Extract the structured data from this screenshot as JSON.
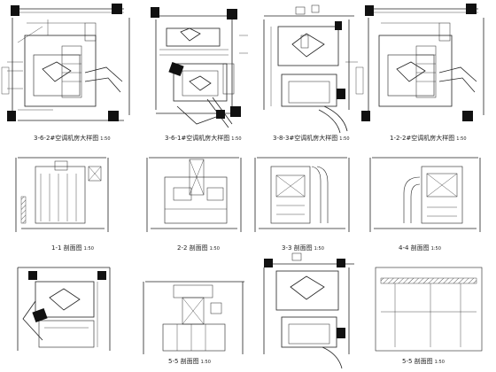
{
  "sheet": {
    "ink_color": "#1a1a1a",
    "paper_color": "#ffffff",
    "captions": [
      {
        "id": "cap1",
        "title": "3-6-2#空调机房大样图",
        "scale": "1:50"
      },
      {
        "id": "cap2",
        "title": "3-6-1#空调机房大样图",
        "scale": "1:50"
      },
      {
        "id": "cap3",
        "title": "3-8-3#空调机房大样图",
        "scale": "1:50"
      },
      {
        "id": "cap4",
        "title": "1-2-2#空调机房大样图",
        "scale": "1:50"
      },
      {
        "id": "cap5",
        "title": "1-1 剖面图",
        "scale": "1:50"
      },
      {
        "id": "cap6",
        "title": "2-2 剖面图",
        "scale": "1:50"
      },
      {
        "id": "cap7",
        "title": "3-3 剖面图",
        "scale": "1:50"
      },
      {
        "id": "cap8",
        "title": "4-4 剖面图",
        "scale": "1:50"
      },
      {
        "id": "cap9",
        "title": "5-5 剖面图",
        "scale": "1:50"
      },
      {
        "id": "cap10",
        "title": "5-5 剖面图",
        "scale": "1:50"
      }
    ]
  }
}
